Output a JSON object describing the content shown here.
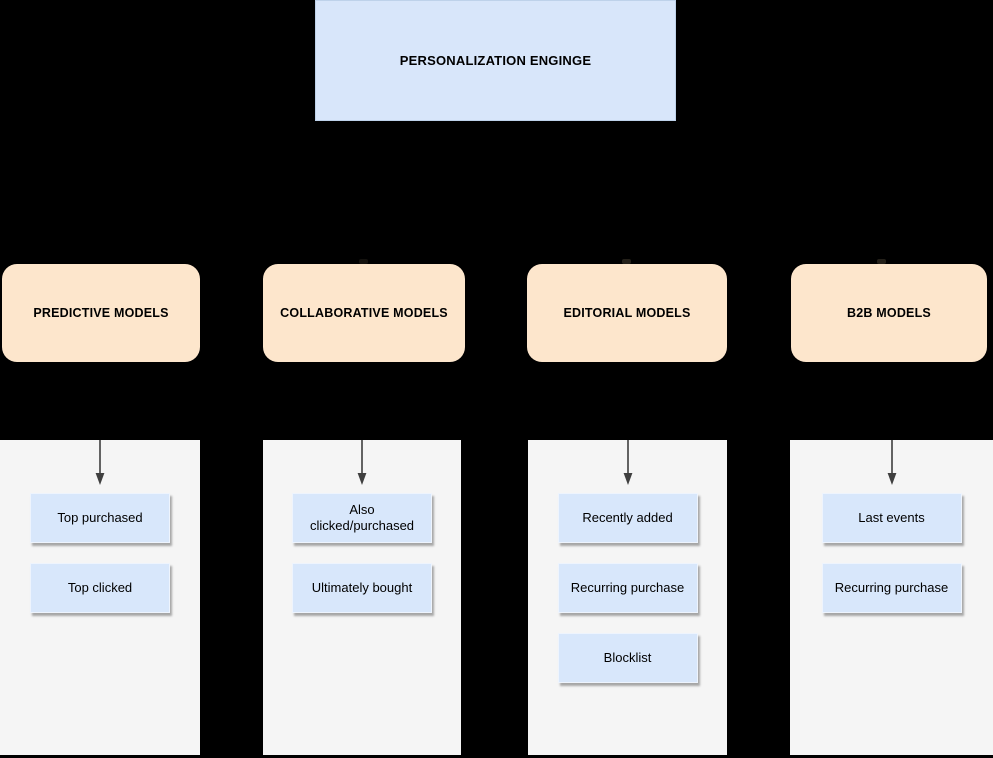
{
  "engine": {
    "label": "PERSONALIZATION ENGINGE"
  },
  "branches": [
    {
      "label": "PREDICTIVE MODELS",
      "items": [
        "Top purchased",
        "Top clicked"
      ]
    },
    {
      "label": "COLLABORATIVE MODELS",
      "items": [
        "Also\nclicked/purchased",
        "Ultimately bought"
      ]
    },
    {
      "label": "EDITORIAL MODELS",
      "items": [
        "Recently added",
        "Recurring purchase",
        "Blocklist"
      ]
    },
    {
      "label": "B2B MODELS",
      "items": [
        "Last events",
        "Recurring purchase"
      ]
    }
  ],
  "colors": {
    "background": "#000000",
    "engine_fill": "#d8e6fa",
    "category_fill": "#fde6cc",
    "column_fill": "#f5f5f5",
    "item_fill": "#d8e7fb",
    "arrow": "#3f3f3f"
  }
}
